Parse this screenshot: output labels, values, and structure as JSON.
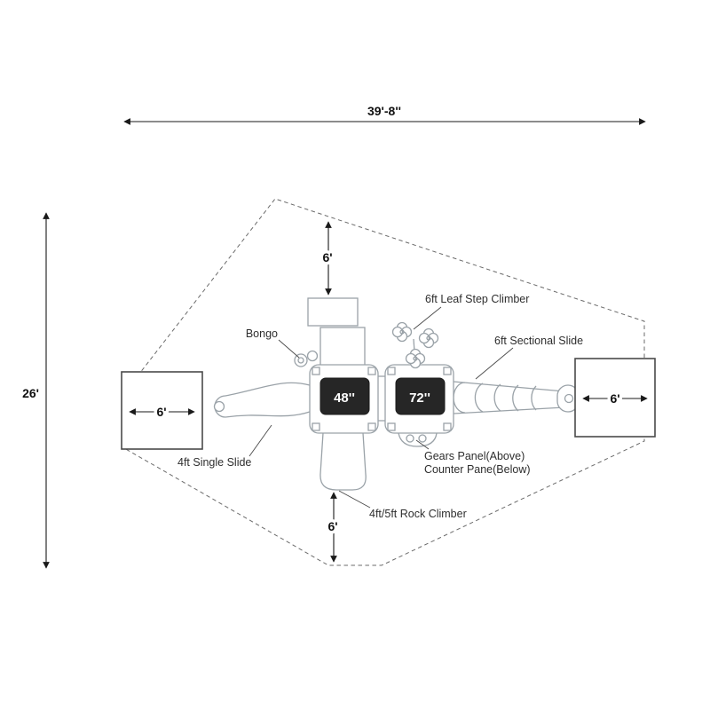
{
  "dimensions": {
    "overall_width": "39'-8''",
    "overall_depth": "26'",
    "top_clearance": "6'",
    "bottom_clearance": "6'",
    "left_zone": "6'",
    "right_zone": "6'"
  },
  "platforms": {
    "platform_small": "48''",
    "platform_large": "72''"
  },
  "callouts": {
    "bongo": "Bongo",
    "leaf_step_climber": "6ft Leaf Step Climber",
    "sectional_slide": "6ft Sectional Slide",
    "single_slide": "4ft Single Slide",
    "gears_panel_line1": "Gears Panel(Above)",
    "gears_panel_line2": "Counter Pane(Below)",
    "rock_climber": "4ft/5ft Rock Climber"
  },
  "colors": {
    "outline": "#9aa2a8",
    "display_bg": "#262626",
    "display_text": "#ffffff",
    "boundary_dash": "#6b6b6b"
  }
}
